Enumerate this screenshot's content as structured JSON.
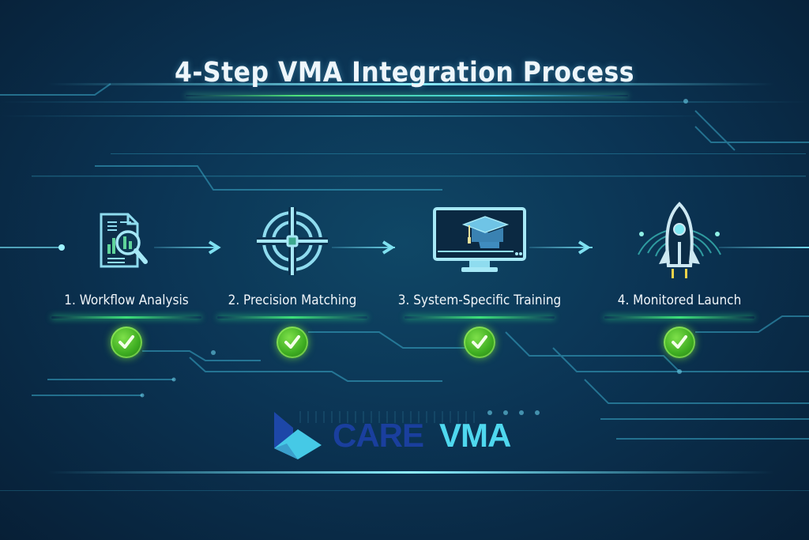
{
  "title": "4-Step VMA Integration Process",
  "steps": [
    {
      "label": "1. Workflow Analysis",
      "icon": "document-magnifier-chart-icon",
      "status": "complete"
    },
    {
      "label": "2. Precision Matching",
      "icon": "target-crosshair-icon",
      "status": "complete"
    },
    {
      "label": "3. System-Specific Training",
      "icon": "monitor-graduation-cap-icon",
      "status": "complete"
    },
    {
      "label": "4. Monitored Launch",
      "icon": "rocket-icon",
      "status": "complete"
    }
  ],
  "logo": {
    "part1": "CARE",
    "part2": "VMA"
  },
  "colors": {
    "background": "#0b3454",
    "accent_cyan": "#6fd5ea",
    "check_green": "#3fae22",
    "underline_green": "#3ee07a",
    "logo_dark_blue": "#1a3f9e",
    "logo_light_blue": "#4fd8ef"
  }
}
